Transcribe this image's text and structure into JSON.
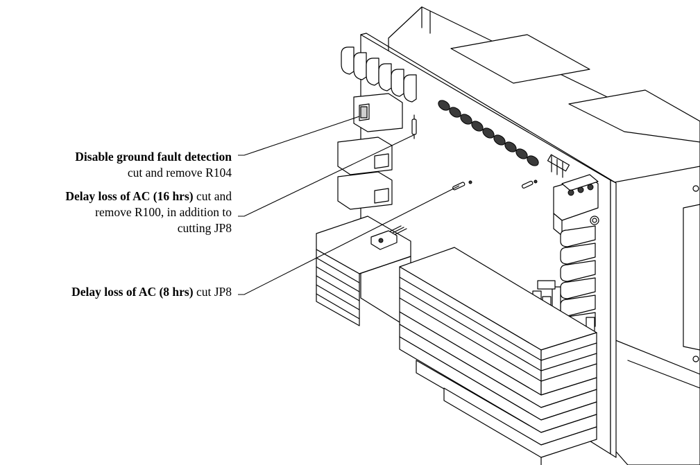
{
  "callouts": [
    {
      "title": "Disable ground fault detection",
      "rest_lines": [
        "cut and remove R104"
      ]
    },
    {
      "title": "Delay loss of AC (16 hrs)",
      "title_suffix": " cut and",
      "rest_lines": [
        "remove R100, in addition to",
        "cutting JP8"
      ]
    },
    {
      "title": "Delay loss of AC (8 hrs)",
      "title_suffix": " cut JP8",
      "rest_lines": []
    }
  ]
}
